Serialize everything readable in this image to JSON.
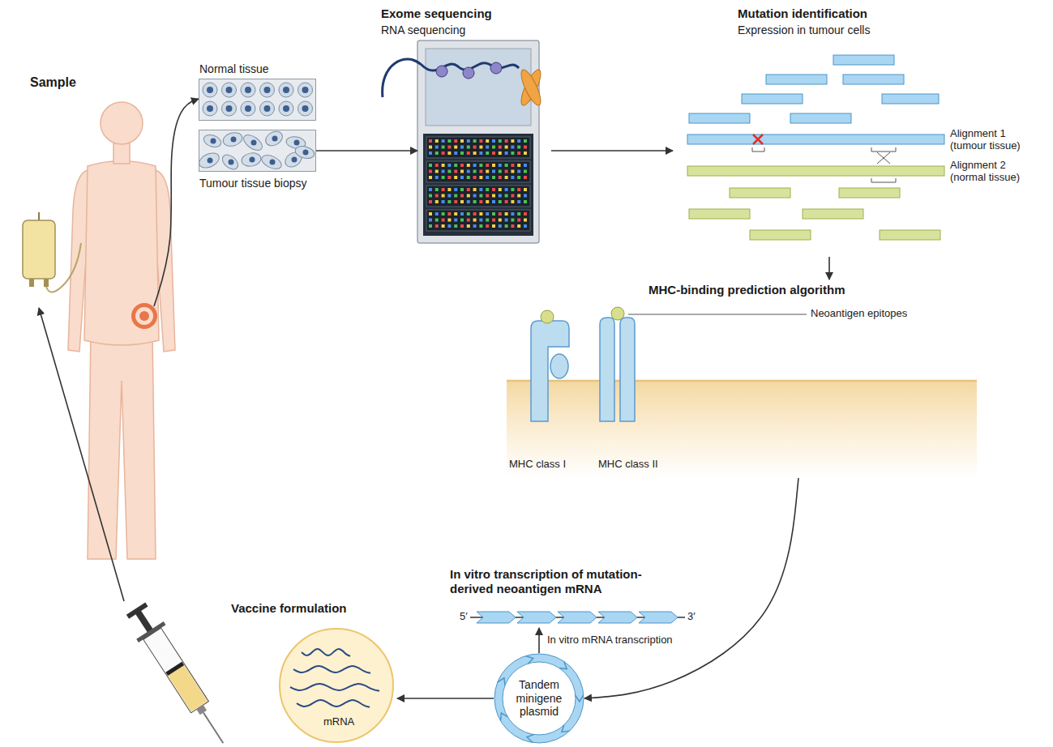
{
  "diagram": {
    "nodes": [
      {
        "text": [
          "Sample"
        ]
      },
      {
        "text": [
          "Normal tissue"
        ]
      },
      {
        "text": [
          "Tumour tissue biopsy"
        ]
      },
      {
        "text": [
          "Exome sequencing",
          "RNA sequencing"
        ]
      },
      {
        "text": [
          "Mutation identification",
          "Expression in tumour cells"
        ]
      },
      {
        "text": [
          "MHC-binding prediction algorithm"
        ]
      },
      {
        "text": [
          "In vitro transcription of mutation-derived neoantigen mRNA"
        ]
      },
      {
        "text": [
          "Tandem minigene plasmid"
        ]
      },
      {
        "text": [
          "Vaccine formulation"
        ]
      }
    ],
    "edges": [
      {
        "from": 0,
        "to": 1,
        "arrow": "to"
      },
      {
        "from": 2,
        "to": 3,
        "arrow": "to"
      },
      {
        "from": 3,
        "to": 4,
        "arrow": "to"
      },
      {
        "from": 4,
        "to": 5,
        "arrow": "to"
      },
      {
        "from": 5,
        "to": 7,
        "arrow": "to"
      },
      {
        "from": 7,
        "to": 6,
        "label": "In vitro mRNA transcription",
        "arrow": "to"
      },
      {
        "from": 7,
        "to": 8,
        "arrow": "to"
      },
      {
        "from": 8,
        "to": 0,
        "arrow": "to"
      }
    ],
    "labels": [
      "Alignment 1 (tumour tissue)",
      "Alignment 2 (normal tissue)",
      "Neoantigen epitopes",
      "MHC class I",
      "MHC class II",
      "5′",
      "3′",
      "mRNA"
    ]
  }
}
